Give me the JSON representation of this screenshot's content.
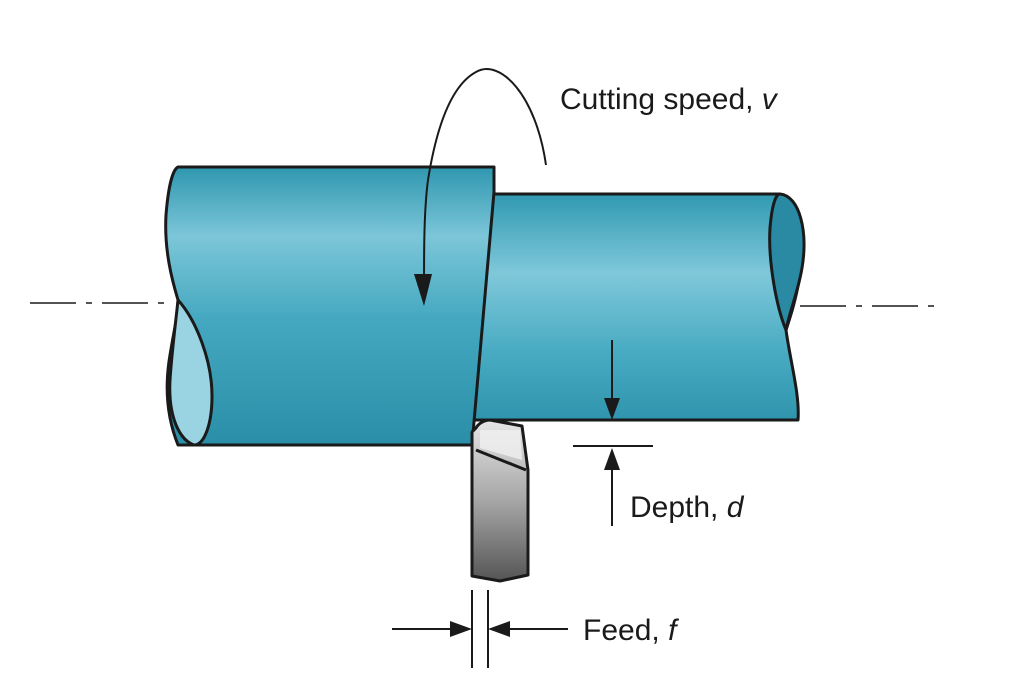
{
  "labels": {
    "cutting_speed": {
      "text": "Cutting speed, ",
      "symbol": "v"
    },
    "depth": {
      "text": "Depth, ",
      "symbol": "d"
    },
    "feed": {
      "text": "Feed, ",
      "symbol": "f"
    }
  },
  "colors": {
    "workpiece": "#3fa6bd",
    "workpiece_light": "#8fd0df",
    "workpiece_dark": "#1f7c93",
    "outline": "#1a1a1a",
    "tool_light": "#d9d9d9",
    "tool_dark": "#5f5f5f"
  }
}
